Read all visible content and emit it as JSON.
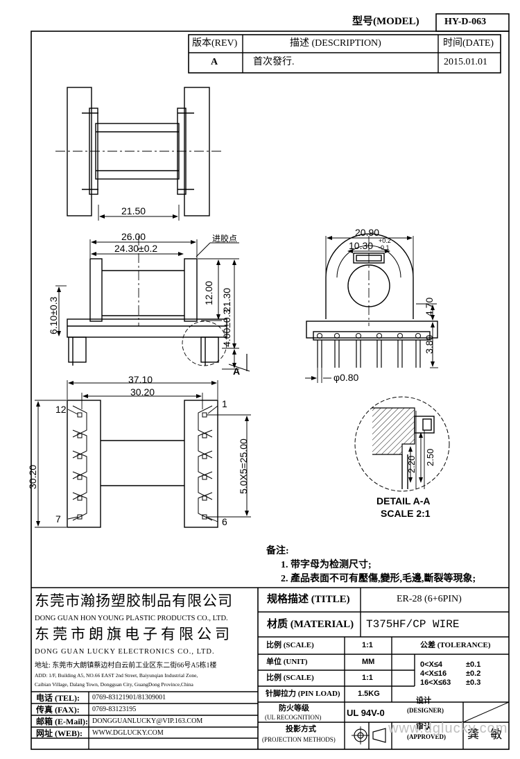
{
  "header": {
    "model_label": "型号(MODEL)",
    "model_value": "HY-D-063",
    "rev_label": "版本(REV)",
    "desc_label": "描述 (DESCRIPTION)",
    "date_label": "时间(DATE)",
    "rev_value": "A",
    "desc_value": "首次發行.",
    "date_value": "2015.01.01"
  },
  "drawing": {
    "dim_top_width": "21.50",
    "dim_overall_width": "26.00",
    "dim_inner_width": "24.30±0.2",
    "gate_label": "进胶点",
    "dim_flange_h": "12.00",
    "dim_total_h": "21.30",
    "dim_base_h": "6.10±0.3",
    "dim_pin_h": "4.00±0.3",
    "section_mark": "A",
    "dim_side_width": "20.90",
    "dim_bore": "10.30",
    "dim_bore_tol_plus": "+0.2",
    "dim_bore_tol_minus": "-0.1",
    "dim_side_h": "4.70",
    "dim_pin_len": "3.80",
    "dim_pin_dia": "φ0.80",
    "dim_bottom_overall": "37.10",
    "dim_bottom_inner": "30.20",
    "dim_bottom_h": "30.20",
    "dim_pitch": "5.0X5=25.00",
    "pin_12": "12",
    "pin_1": "1",
    "pin_7": "7",
    "pin_6": "6",
    "detail_dim1": "2.20",
    "detail_dim2": "2.50",
    "detail_title": "DETAIL A-A",
    "detail_scale": "SCALE 2:1"
  },
  "notes": {
    "title": "备注:",
    "note1": "1. 带字母为检测尺寸;",
    "note2": "2. 產品表面不可有壓傷,變形,毛邊,斷裂等現象;"
  },
  "company": {
    "cn1": "东莞市瀚扬塑胶制品有限公司",
    "en1": "DONG GUAN HON YOUNG PLASTIC PRODUCTS CO., LTD.",
    "cn2": "东莞市朗旗电子有限公司",
    "en2": "DONG GUAN LUCKY ELECTRONICS CO., LTD.",
    "addr_cn": "地址: 东莞市大朗镇蔡边村白云前工业区东二街66号A5栋1楼",
    "addr_en1": "ADD: 1/F, Building A5, NO.66 EAST 2nd Street, Baiyunqian Industrial Zone,",
    "addr_en2": "Caibian Village, Dalang Town, Dongguan City, GuangDong Province,China",
    "tel_label": "电话 (TEL):",
    "tel_value": "0769-83121901/81309001",
    "fax_label": "传真 (FAX):",
    "fax_value": "0769-83123195",
    "mail_label": "邮箱 (E-Mail):",
    "mail_value": "DONGGUANLUCKY@VIP.163.COM",
    "web_label": "网址 (WEB):",
    "web_value": "WWW.DGLUCKY.COM"
  },
  "spec": {
    "title_label": "规格描述 (TITLE)",
    "title_value": "ER-28 (6+6PIN)",
    "material_label": "材质 (MATERIAL)",
    "material_value": "T375HF/CP WIRE",
    "scale_label": "比例 (SCALE)",
    "scale_value": "1:1",
    "tolerance_label": "公差 (TOLERANCE)",
    "unit_label": "单位 (UNIT)",
    "unit_value": "MM",
    "scale2_label": "比例 (SCALE)",
    "scale2_value": "1:1",
    "tol1_range": "0<X≤4",
    "tol1_value": "±0.1",
    "tol2_range": "4<X≤16",
    "tol2_value": "±0.2",
    "tol3_range": "16<X≤63",
    "tol3_value": "±0.3",
    "pin_load_label": "针脚拉力 (PIN LOAD)",
    "pin_load_value": "1.5KG",
    "designer_label_cn": "设计",
    "designer_label_en": "(DESIGNER)",
    "fire_label_cn": "防火等级",
    "fire_label_en": "(UL RECOGNITION)",
    "fire_value": "UL 94V-0",
    "approved_label_cn": "审认",
    "approved_label_en": "(APPROVED)",
    "approved_value": "龚 敏",
    "projection_label_cn": "投影方式",
    "projection_label_en": "(PROJECTION METHODS)"
  },
  "watermark": "www.dglucky.com"
}
